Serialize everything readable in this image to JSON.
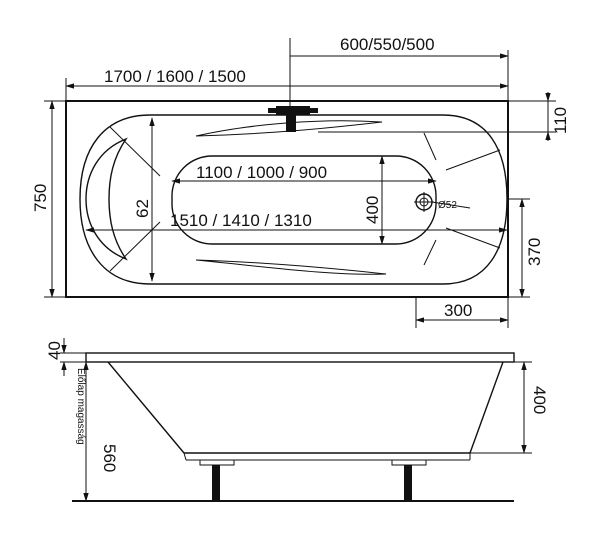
{
  "dimensions": {
    "length": "1700 / 1600 / 1500",
    "tap_position": "600/550/500",
    "width": "750",
    "inner_width": "62",
    "basin_length": "1100 / 1000 / 900",
    "inner_length": "1510 / 1410 / 1310",
    "basin_width": "400",
    "drain_diameter": "Ø52",
    "edge_to_tap": "110",
    "drain_to_side": "370",
    "drain_from_end": "300",
    "rim_thickness": "40",
    "front_panel_height": "560",
    "depth": "400"
  },
  "labels": {
    "front_panel_height_label": "Előlap magasság"
  }
}
